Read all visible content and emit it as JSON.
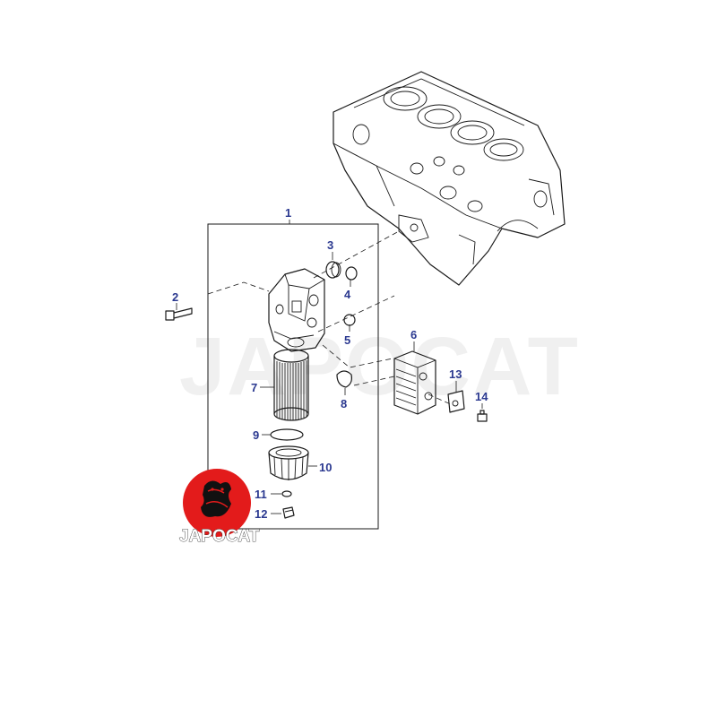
{
  "watermark": "JAPOCAT",
  "logo": {
    "text": "JAPOCAT",
    "color": "#e31b1b"
  },
  "callout_color": "#2b3990",
  "callouts": [
    "1",
    "2",
    "3",
    "4",
    "5",
    "6",
    "7",
    "8",
    "9",
    "10",
    "11",
    "12",
    "13",
    "14"
  ]
}
